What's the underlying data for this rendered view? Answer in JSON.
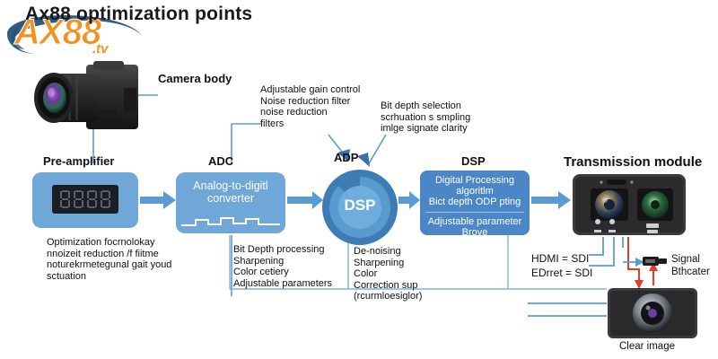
{
  "page": {
    "title": "Ax88 optimization points",
    "background": "#ffffff",
    "accent_blue": "#6FA8D8",
    "accent_blue_dark": "#4B86C6",
    "accent_orange": "#F5901E",
    "wire_color": "#5B9BD5",
    "wire_color_red": "#E8392B"
  },
  "watermark": {
    "brand": "AX88",
    "suffix": ".tv",
    "swoosh_color": "#1F4E79"
  },
  "camera": {
    "label": "Camera body",
    "icon": "camera-body-photo"
  },
  "stages": {
    "preamp": {
      "label": "Pre-amplifier",
      "display_value": "8888",
      "note": "Optimization focrnolokay\nnnoizeit reduction /f fiitme\nnoturekrmetegunal gait youd\nsctuation"
    },
    "adc": {
      "label": "ADC",
      "box_text": "Analog-to-digitl\nconverter",
      "icon": "waveform-icon",
      "note": "Bit Depth processing\nSharpening\nColor cetiery\nAdjustable parameters"
    },
    "adp": {
      "label": "ADP",
      "circle_label": "DSP",
      "note": "De-noising\nSharpening\nColor\nCorrection sup\n(rcurmloesiglor)"
    },
    "dsp": {
      "label": "DSP",
      "box_top": "Digital Processing\nalgoritlm\nBict depth ODP pting",
      "box_bottom": "Adjustable parameter\nBrove"
    },
    "transmission": {
      "label": "Transmission module",
      "icon": "dual-lens-module"
    },
    "clear_image": {
      "label": "Clear image",
      "icon": "lens-monitor"
    }
  },
  "annotations": {
    "gain_control": "Adjustable gain control\nNoise reduction filter\nnoise reduction\nfilters",
    "bit_depth": "Bit depth selection\nscrhuation s smpling\nimlge signate clarity",
    "hdmi_line1": "HDMI = SDI",
    "hdmi_line2": "EDrret = SDI",
    "signal_label": "Signal\nBthcater"
  }
}
